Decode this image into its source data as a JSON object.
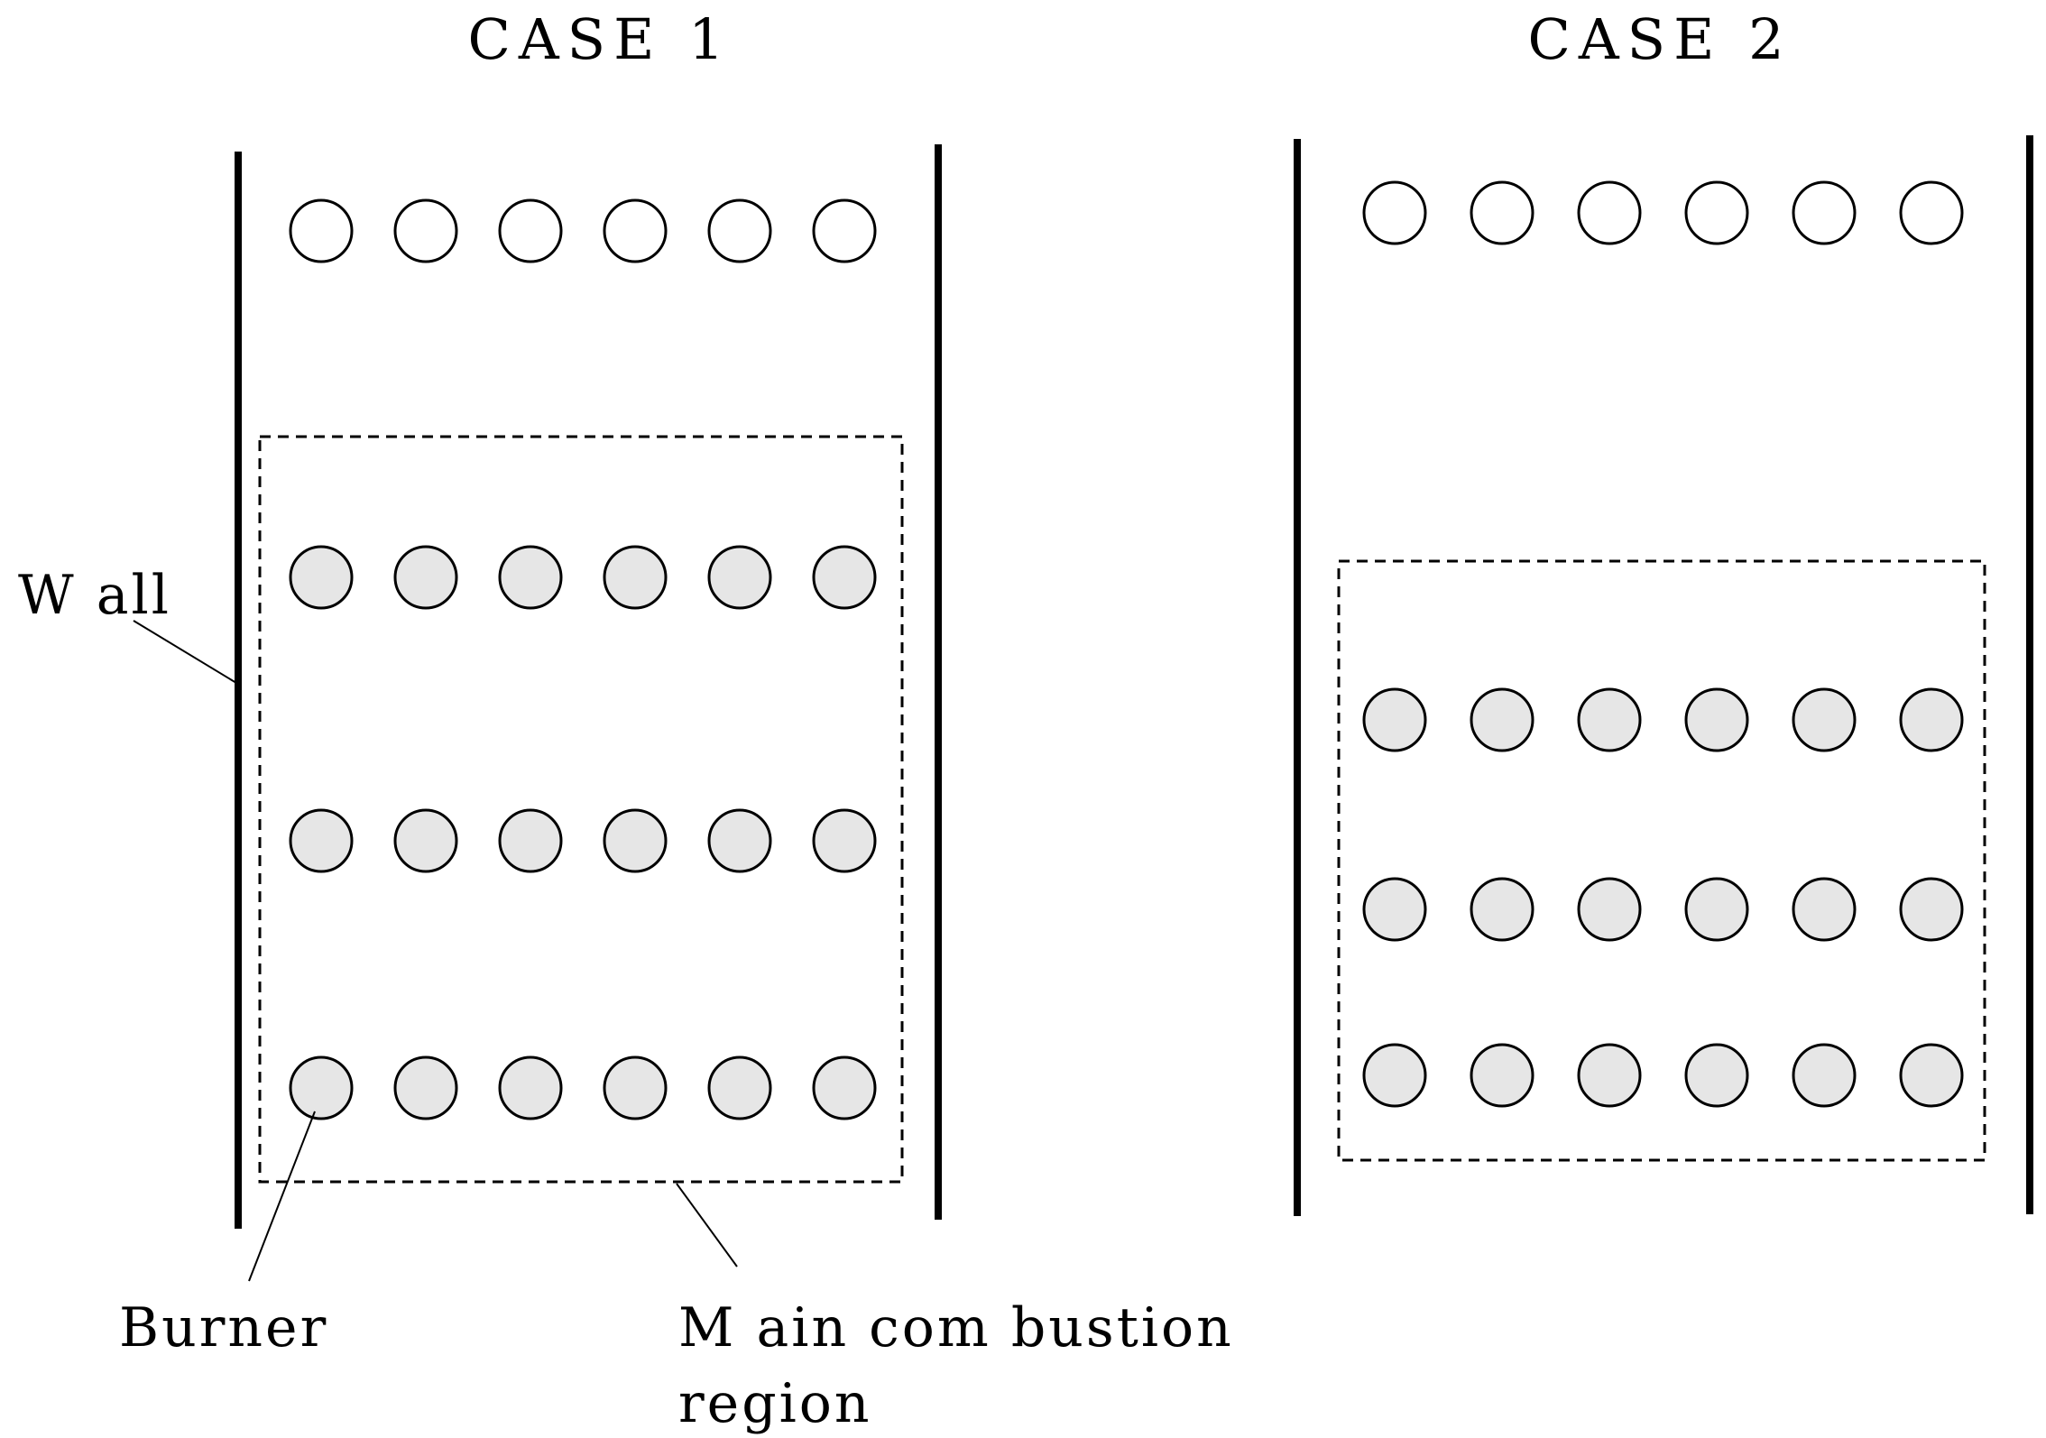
{
  "case1": {
    "title": "CASE 1",
    "rows": [
      {
        "state": "inactive",
        "count": 6
      },
      {
        "state": "active",
        "count": 6
      },
      {
        "state": "active",
        "count": 6
      },
      {
        "state": "active",
        "count": 6
      }
    ]
  },
  "case2": {
    "title": "CASE 2",
    "rows": [
      {
        "state": "inactive",
        "count": 6
      },
      {
        "state": "active",
        "count": 6
      },
      {
        "state": "active",
        "count": 6
      },
      {
        "state": "active",
        "count": 6
      }
    ]
  },
  "labels": {
    "wall": "W all",
    "burner": "Burner",
    "region_line1": "M ain com bustion",
    "region_line2": "region"
  },
  "colors": {
    "active_burner_fill": "#e6e6e6",
    "inactive_burner_fill": "#ffffff",
    "stroke": "#000000"
  }
}
